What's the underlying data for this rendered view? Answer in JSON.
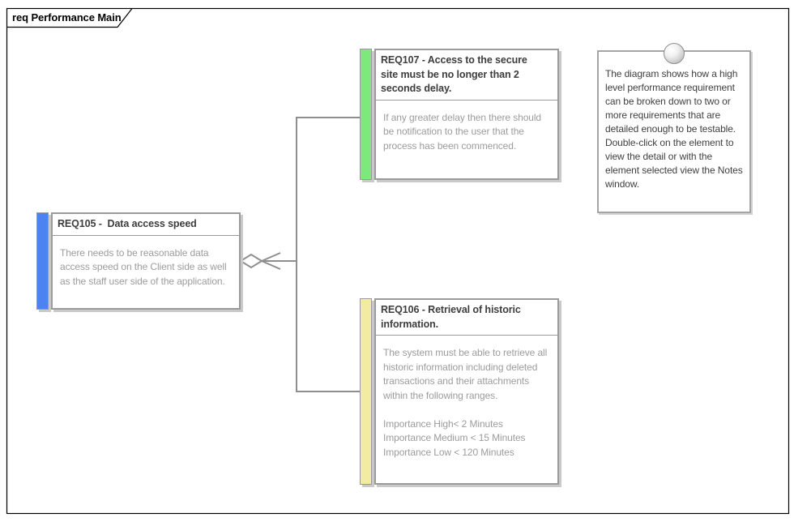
{
  "frame": {
    "title": "req Performance Main"
  },
  "colors": {
    "box_border": "#9a9a9a",
    "connector": "#8e8e8e",
    "title_text": "#3d3d3d",
    "body_text": "#9c9c9c",
    "note_text": "#3f3f3f",
    "req105_stripe": "#4d82f2",
    "req107_stripe": "#7de97d",
    "req106_stripe": "#f1eca2"
  },
  "requirements": {
    "req105": {
      "title": "REQ105 -  Data access speed",
      "body": "There needs to be reasonable data\naccess speed on the Client side as well\nas the staff user side of the application."
    },
    "req107": {
      "title": "REQ107 - Access to the secure\nsite must be no longer than 2\nseconds delay.",
      "body": "If any greater delay then there should\nbe notification to the user that the\nprocess has been commenced."
    },
    "req106": {
      "title": "REQ106 - Retrieval of historic\ninformation.",
      "body": "The system must be able to retrieve all\nhistoric information including deleted\ntransactions and their attachments\nwithin the following ranges.\n\nImportance High< 2 Minutes\nImportance Medium < 15 Minutes\nImportance Low < 120 Minutes"
    }
  },
  "note": {
    "text": "The diagram shows how a high\nlevel performance requirement\ncan be broken down to two or\nmore requirements that are\ndetailed enough to be testable.\nDouble-click on the element to\nview the detail or with the\nelement selected view the Notes\nwindow."
  }
}
